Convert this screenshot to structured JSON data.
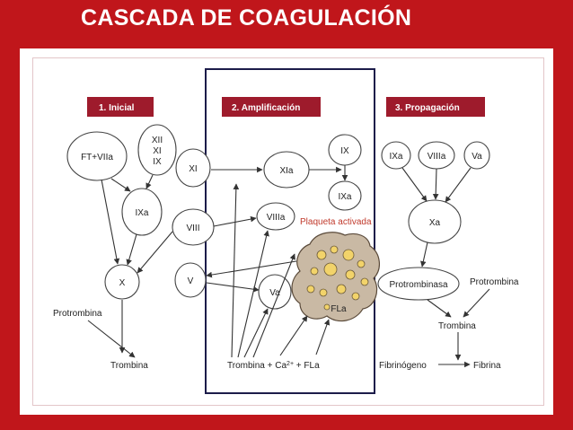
{
  "slide": {
    "title": "CASCADA DE COAGULACIÓN"
  },
  "headers": [
    "1. Inicial",
    "2. Amplificación",
    "3. Propagación"
  ],
  "nodes": {
    "ftviia": "FT+VIIa",
    "xii_xi_ix": [
      "XII",
      "XI",
      "IX"
    ],
    "ixa_initial": "IXa",
    "x": "X",
    "protrombina_left": "Protrombina",
    "trombina_left": "Trombina",
    "xi": "XI",
    "viii": "VIII",
    "v": "V",
    "xia": "XIa",
    "ix_amp": "IX",
    "ixa_amp": "IXa",
    "viiia_amp": "VIIIa",
    "va_amp": "Va",
    "plaqueta": "Plaqueta activada",
    "fla": "FLa",
    "bottom_formula_main": "Trombina + Ca",
    "bottom_formula_sup": "2+",
    "bottom_formula_end": " + FLa",
    "ixa_prop": "IXa",
    "viiia_prop": "VIIIa",
    "va_prop": "Va",
    "xa": "Xa",
    "protrombinasa": "Protrombinasa",
    "protrombina_right": "Protrombina",
    "trombina_right": "Trombina",
    "fibrinogeno": "Fibrinógeno",
    "fibrina": "Fibrina"
  },
  "colors": {
    "background": "#c0161b",
    "header_fill": "#9e1b2c",
    "plaqueta_label": "#c0392b",
    "highlight_border": "#1c1c4a",
    "platelet_fill": "#c9b9a4",
    "granule_fill": "#f2d36a"
  }
}
